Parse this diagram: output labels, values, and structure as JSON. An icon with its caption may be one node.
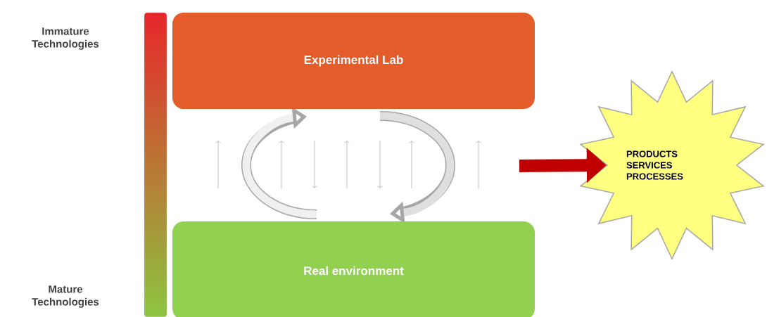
{
  "diagram": {
    "nodes": [
      {
        "text": [
          "Experimental Lab"
        ]
      },
      {
        "text": [
          "Real environment"
        ]
      },
      {
        "text": [
          "PRODUCTS SERVICES PROCESSES"
        ]
      }
    ],
    "edges": [
      {
        "from": null,
        "to": 2,
        "arrow": "to",
        "color": "#c00000"
      }
    ],
    "labels": [
      "Immature Technologies",
      "Mature Technologies"
    ]
  }
}
